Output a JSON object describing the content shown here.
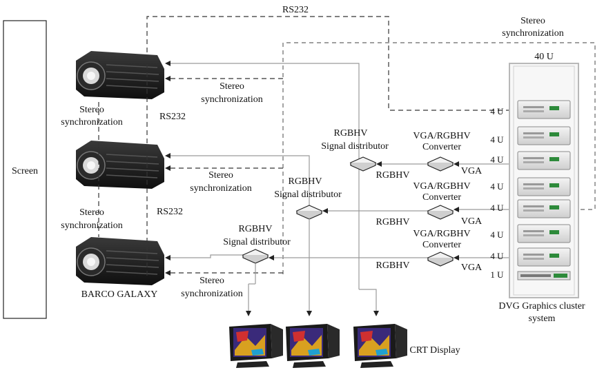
{
  "screen_label": "Screen",
  "rs232_top": "RS232",
  "stereo_top": [
    "Stereo",
    "synchronization"
  ],
  "rack_top": "40 U",
  "rack_caption": [
    "DVG Graphics cluster",
    "system"
  ],
  "projector_name": "BARCO GALAXY",
  "crt_label": "CRT Display",
  "proj_stereo_1": [
    "Stereo",
    "synchronization"
  ],
  "proj_stereo_2": [
    "Stereo",
    "synchronization"
  ],
  "rs232_mid_1": "RS232",
  "rs232_mid_2": "RS232",
  "stereo_right_1": [
    "Stereo",
    "synchronization"
  ],
  "stereo_right_2": [
    "Stereo",
    "synchronization"
  ],
  "stereo_right_3": [
    "Stereo",
    "synchronization"
  ],
  "distributor_1": [
    "RGBHV",
    "Signal distributor"
  ],
  "distributor_2": [
    "RGBHV",
    "Signal distributor"
  ],
  "distributor_3": [
    "RGBHV",
    "Signal distributor"
  ],
  "converter_1": [
    "VGA/RGBHV",
    "Converter"
  ],
  "converter_2": [
    "VGA/RGBHV",
    "Converter"
  ],
  "converter_3": [
    "VGA/RGBHV",
    "Converter"
  ],
  "rgbhv_1": "RGBHV",
  "rgbhv_2": "RGBHV",
  "rgbhv_3": "RGBHV",
  "vga_1": "VGA",
  "vga_2": "VGA",
  "vga_3": "VGA",
  "rack_units": [
    "4 U",
    "4 U",
    "4 U",
    "4 U",
    "4 U",
    "4 U",
    "4 U",
    "1 U"
  ],
  "colors": {
    "projector": "#1c1c1c",
    "rack_frame": "#b8b8b8",
    "server_led": "#2d8a3a",
    "line": "#9a9a9a"
  }
}
